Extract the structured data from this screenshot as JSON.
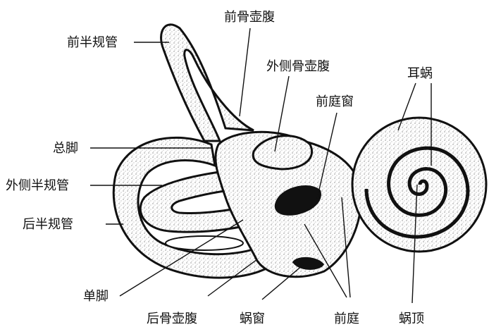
{
  "labels": {
    "anterior_canal": "前半规管",
    "anterior_ampulla": "前骨壶腹",
    "lateral_ampulla": "外侧骨壶腹",
    "oval_window": "前庭窗",
    "cochlea": "耳蜗",
    "common_crus": "总脚",
    "lateral_canal": "外侧半规管",
    "posterior_canal": "后半规管",
    "simple_crus": "单脚",
    "posterior_ampulla": "后骨壶腹",
    "round_window": "蜗窗",
    "vestibule": "前庭",
    "cochlear_apex": "蜗顶"
  }
}
